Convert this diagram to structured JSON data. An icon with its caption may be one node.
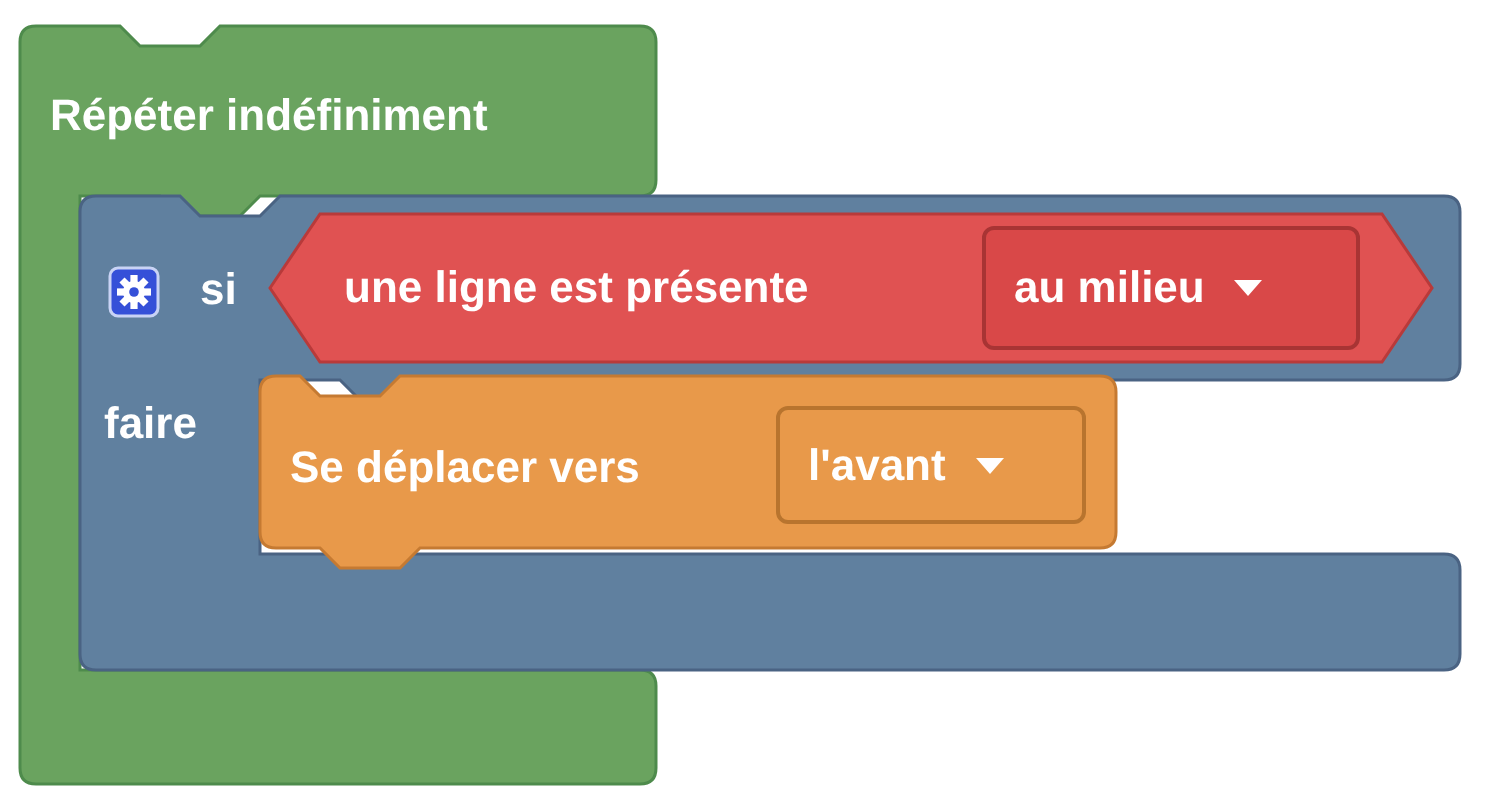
{
  "diagram": {
    "nodes": [
      {
        "text": [
          "Répéter indéfiniment"
        ]
      },
      {
        "text": [
          "si",
          "faire"
        ]
      },
      {
        "text": [
          "une ligne est présente"
        ],
        "in": 1
      },
      {
        "text": [
          "au milieu"
        ],
        "in": 2
      },
      {
        "text": [
          "Se déplacer vers"
        ],
        "in": 1
      },
      {
        "text": [
          "l'avant"
        ],
        "in": 4
      }
    ]
  }
}
